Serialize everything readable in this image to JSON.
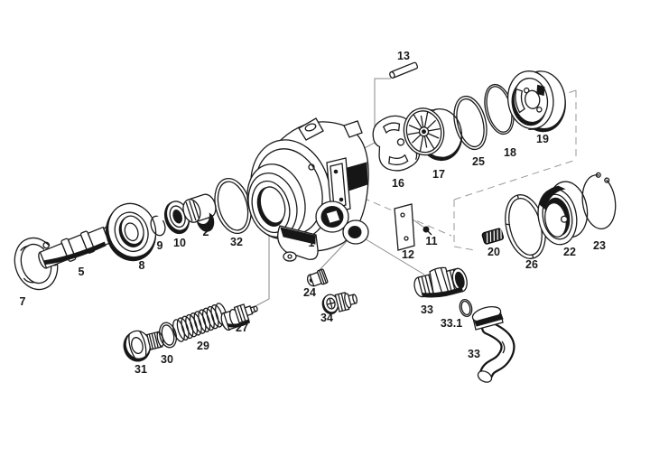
{
  "diagram": {
    "kind": "exploded-parts-diagram",
    "background_color": "#ffffff",
    "line_color": "#1a1a1a",
    "shading_color": "#161616",
    "leader_line_color": "#8a8a8a",
    "boundary_line_style": "dashed"
  },
  "labels": [
    {
      "text": "13"
    },
    {
      "text": "16"
    },
    {
      "text": "17"
    },
    {
      "text": "25"
    },
    {
      "text": "18"
    },
    {
      "text": "19"
    },
    {
      "text": "1"
    },
    {
      "text": "11"
    },
    {
      "text": "12"
    },
    {
      "text": "20"
    },
    {
      "text": "26"
    },
    {
      "text": "22"
    },
    {
      "text": "23"
    },
    {
      "text": "2"
    },
    {
      "text": "32"
    },
    {
      "text": "10"
    },
    {
      "text": "9"
    },
    {
      "text": "8"
    },
    {
      "text": "5"
    },
    {
      "text": "7"
    },
    {
      "text": "24"
    },
    {
      "text": "34"
    },
    {
      "text": "33"
    },
    {
      "text": "33.1"
    },
    {
      "text": "33"
    },
    {
      "text": "27"
    },
    {
      "text": "29"
    },
    {
      "text": "30"
    },
    {
      "text": "31"
    }
  ]
}
